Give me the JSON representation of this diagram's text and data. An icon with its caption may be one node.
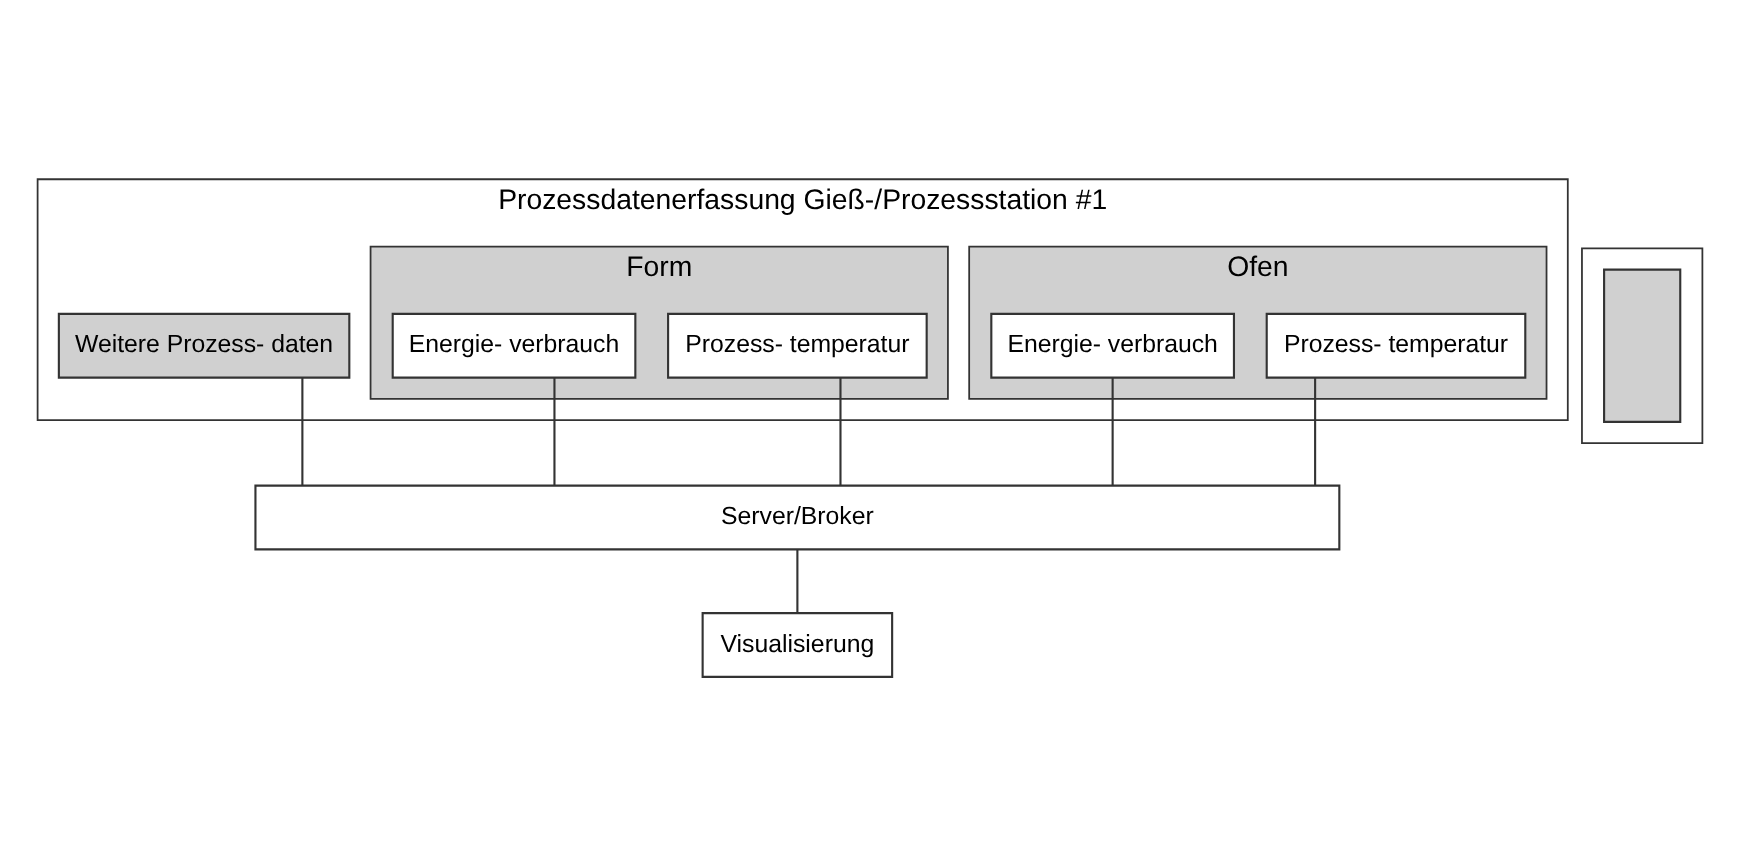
{
  "diagram": {
    "nodes": [
      {
        "text": [
          "Prozessdatenerfassung Gieß-/Prozessstation #1"
        ]
      },
      {
        "text": [
          "Ofen"
        ],
        "in": 0
      },
      {
        "text": [
          "Energie- verbrauch"
        ],
        "in": 1
      },
      {
        "text": [
          "Prozess- temperatur"
        ],
        "in": 1
      },
      {
        "text": [
          "Form"
        ],
        "in": 0
      },
      {
        "text": [
          "Energie- verbrauch"
        ],
        "in": 4
      },
      {
        "text": [
          "Prozess- temperatur"
        ],
        "in": 4
      },
      {
        "text": [
          "Weitere Prozess- daten"
        ],
        "in": 0
      },
      {
        "text": [],
        "shape": "box"
      },
      {
        "text": [],
        "shape": "box",
        "in": 8
      },
      {
        "text": [
          "Server/Broker"
        ]
      },
      {
        "text": [
          "Visualisierung"
        ]
      }
    ],
    "edges": [
      {
        "from": 2,
        "to": 10,
        "arrow": "none"
      },
      {
        "from": 3,
        "to": 10,
        "arrow": "none"
      },
      {
        "from": 5,
        "to": 10,
        "arrow": "none"
      },
      {
        "from": 6,
        "to": 10,
        "arrow": "none"
      },
      {
        "from": 7,
        "to": 10,
        "arrow": "none"
      },
      {
        "from": 10,
        "to": 11,
        "arrow": "none"
      }
    ]
  }
}
